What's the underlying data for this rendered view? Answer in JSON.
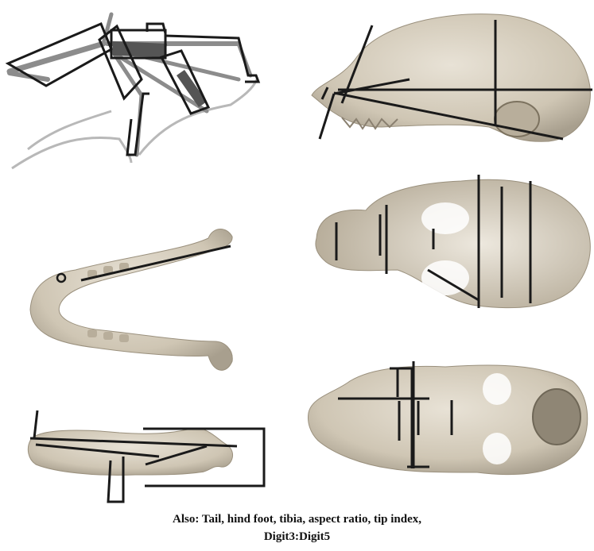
{
  "figure": {
    "panels": [
      {
        "id": "wing",
        "label": "",
        "view": "wing skeleton outline"
      },
      {
        "id": "skull-lateral",
        "label": "",
        "view": "skull lateral view"
      },
      {
        "id": "skull-dorsal",
        "label": "",
        "view": "skull dorsal view"
      },
      {
        "id": "mandible-top",
        "label": "",
        "view": "mandible occlusal view"
      },
      {
        "id": "mandible-lateral",
        "label": "",
        "view": "mandible lateral view"
      },
      {
        "id": "skull-ventral",
        "label": "",
        "view": "skull ventral view"
      }
    ],
    "colors": {
      "measure_line": "#1a1a1a",
      "wing_bone": "#8c8c8c",
      "bone": "#d9d2c4",
      "bone_shadow": "#a89f8e"
    }
  },
  "caption": {
    "line1": "Also: Tail, hind foot, tibia, aspect ratio, tip index,",
    "line2": "Digit3:Digit5"
  }
}
